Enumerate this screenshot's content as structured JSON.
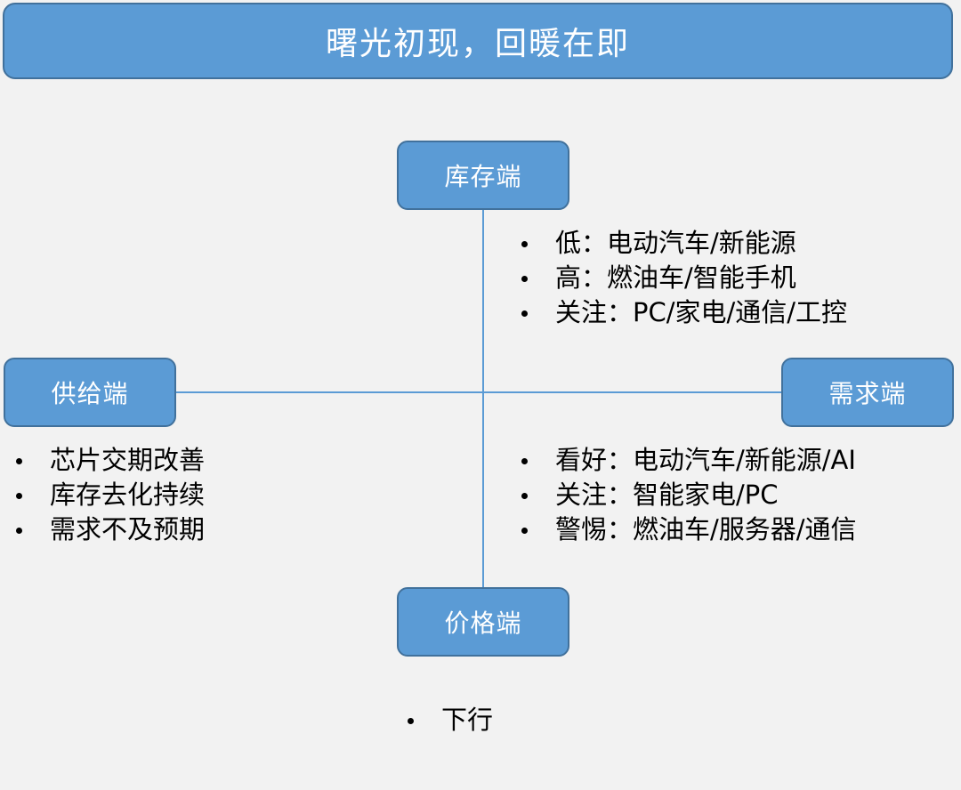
{
  "title": "曙光初现，回暖在即",
  "nodes": {
    "top": {
      "label": "库存端",
      "items": [
        "低：电动汽车/新能源",
        "高：燃油车/智能手机",
        "关注：PC/家电/通信/工控"
      ]
    },
    "left": {
      "label": "供给端",
      "items": [
        "芯片交期改善",
        "库存去化持续",
        "需求不及预期"
      ]
    },
    "right": {
      "label": "需求端",
      "items": [
        "看好：电动汽车/新能源/AI",
        "关注：智能家电/PC",
        "警惕：燃油车/服务器/通信"
      ]
    },
    "bottom": {
      "label": "价格端",
      "items": [
        "下行"
      ]
    }
  },
  "colors": {
    "box_fill": "#5b9bd5",
    "box_border": "#41719c",
    "background": "#f2f2f2",
    "text": "#000000"
  }
}
